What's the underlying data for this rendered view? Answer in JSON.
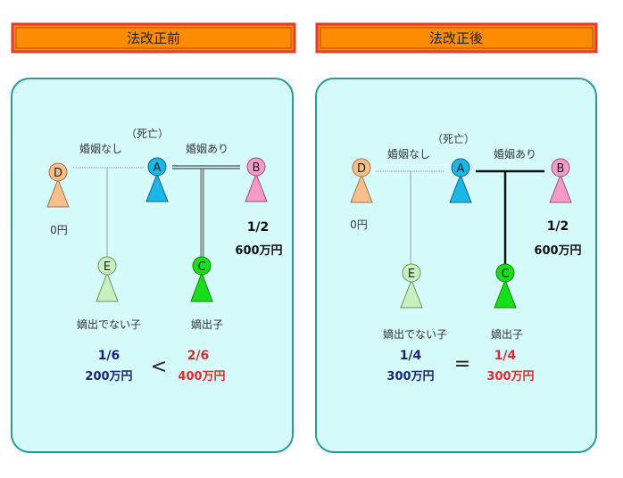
{
  "colors": {
    "header_fill": "#ff8c00",
    "header_border": "#e02020",
    "panel_fill": "#d6fbfb",
    "panel_border": "#2a9a9a",
    "blue": "#1a237e",
    "red": "#d32f2f",
    "D": "#f9bf8a",
    "A": "#1ab7e8",
    "B": "#f69ac8",
    "E": "#c8efbf",
    "C": "#18e018"
  },
  "before": {
    "title": "法改正前",
    "deceased": "（死亡）",
    "no_marriage": "婚姻なし",
    "marriage": "婚姻あり",
    "persons": {
      "D": "D",
      "A": "A",
      "B": "B",
      "E": "E",
      "C": "C"
    },
    "D_amount": "0円",
    "B_share": "1/2",
    "B_amount": "600万円",
    "E_label": "嫡出でない子",
    "C_label": "嫡出子",
    "E_share": "1/6",
    "E_amount": "200万円",
    "comparison": "<",
    "C_share": "2/6",
    "C_amount": "400万円"
  },
  "after": {
    "title": "法改正後",
    "deceased": "（死亡）",
    "no_marriage": "婚姻なし",
    "marriage": "婚姻あり",
    "persons": {
      "D": "D",
      "A": "A",
      "B": "B",
      "E": "E",
      "C": "C"
    },
    "D_amount": "0円",
    "B_share": "1/2",
    "B_amount": "600万円",
    "E_label": "嫡出でない子",
    "C_label": "嫡出子",
    "E_share": "1/4",
    "E_amount": "300万円",
    "comparison": "=",
    "C_share": "1/4",
    "C_amount": "300万円"
  }
}
